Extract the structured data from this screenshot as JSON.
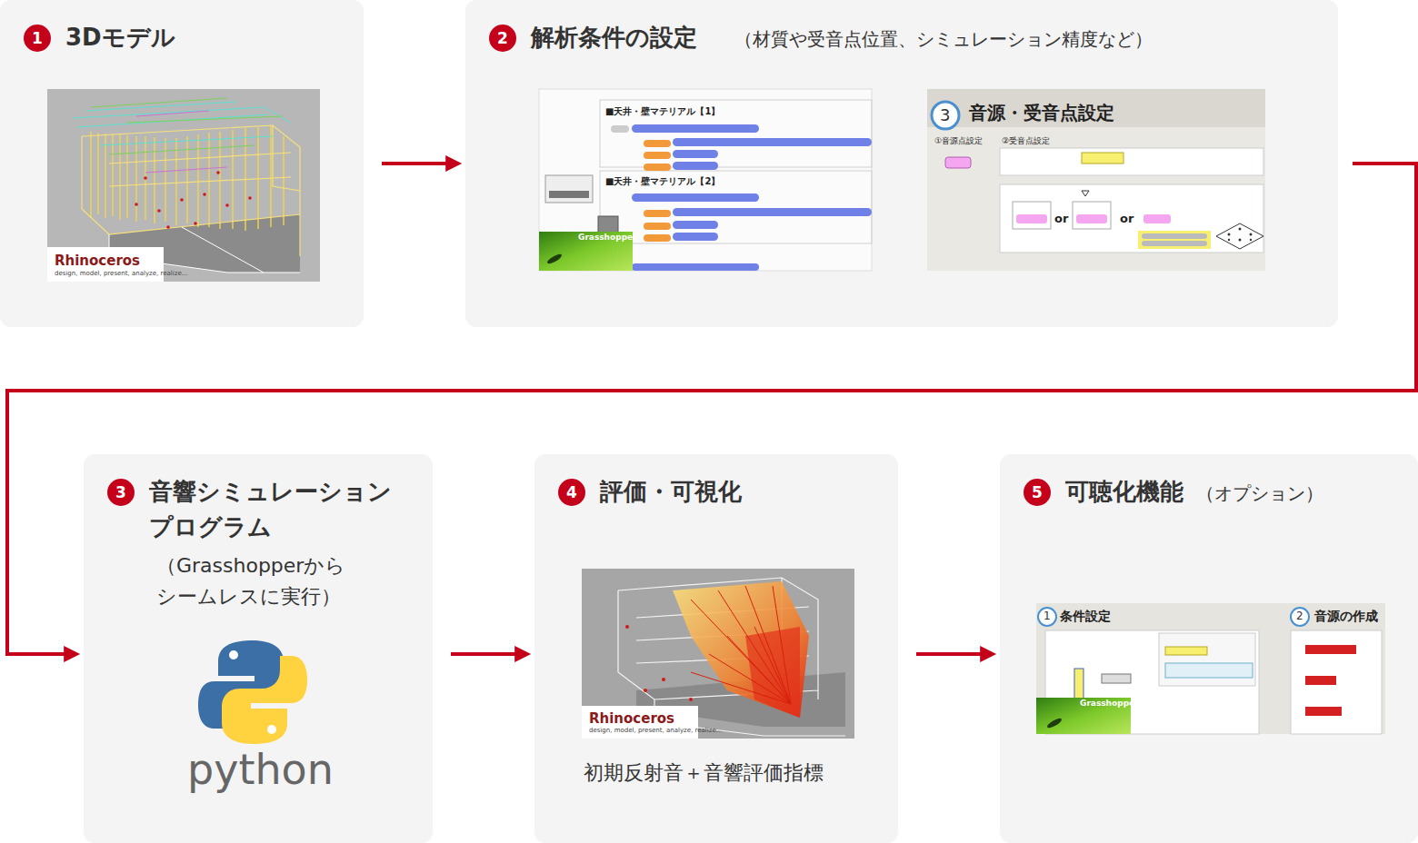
{
  "diagram": {
    "nodes": [
      {
        "text": [
          "3Dモデル"
        ]
      },
      {
        "text": [
          "1"
        ],
        "in": 0
      },
      {
        "text": [
          "解析条件の設定",
          "（材質や受音点位置、シミュレーション精度など）"
        ]
      },
      {
        "text": [
          "2"
        ],
        "in": 2
      },
      {
        "text": [
          "音響シミュレーション プログラム",
          "（Grasshopperから シームレスに実行）"
        ]
      },
      {
        "text": [
          "3"
        ],
        "in": 4
      },
      {
        "text": [
          "評価・可視化",
          "初期反射音＋音響評価指標"
        ]
      },
      {
        "text": [
          "4"
        ],
        "in": 6
      },
      {
        "text": [
          "可聴化機能",
          "（オプション）"
        ]
      },
      {
        "text": [
          "5"
        ],
        "in": 8
      }
    ],
    "edges": [
      {
        "from": 0,
        "to": 2,
        "arrow": "to"
      },
      {
        "from": 2,
        "to": 4,
        "arrow": "to"
      },
      {
        "from": 4,
        "to": 6,
        "arrow": "to"
      },
      {
        "from": 6,
        "to": 8,
        "arrow": "to"
      }
    ],
    "labels": [
      "Rhinoceros",
      "design, model, present, analyze, realize...",
      "■天井・壁マテリアル【1】",
      "■天井・壁マテリアル【2】",
      "Grasshopper",
      "3",
      "音源・受音点設定",
      "①音源点設定",
      "②受音点設定",
      "or",
      "or",
      "python",
      "Rhinoceros",
      "design, model, present, analyze, realize...",
      "1",
      "条件設定",
      "2",
      "音源の作成",
      "Grasshopper"
    ]
  }
}
